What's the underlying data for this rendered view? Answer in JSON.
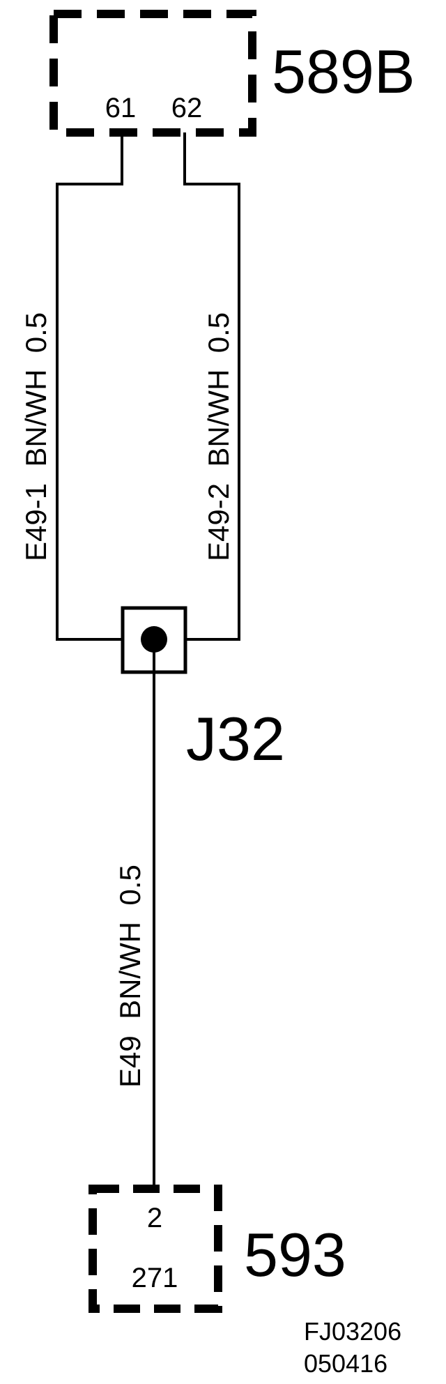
{
  "diagram": {
    "components": {
      "c589b": {
        "name": "589B",
        "pins": [
          "61",
          "62"
        ]
      },
      "j32": {
        "name": "J32"
      },
      "c593": {
        "name": "593",
        "pin": "2",
        "code": "271"
      }
    },
    "wires": {
      "w1": {
        "id": "E49-1",
        "color": "BN/WH",
        "gauge": "0.5"
      },
      "w2": {
        "id": "E49-2",
        "color": "BN/WH",
        "gauge": "0.5"
      },
      "w3": {
        "id": "E49",
        "color": "BN/WH",
        "gauge": "0.5"
      }
    },
    "reference": {
      "line1": "FJ03206",
      "line2": "050416"
    }
  }
}
